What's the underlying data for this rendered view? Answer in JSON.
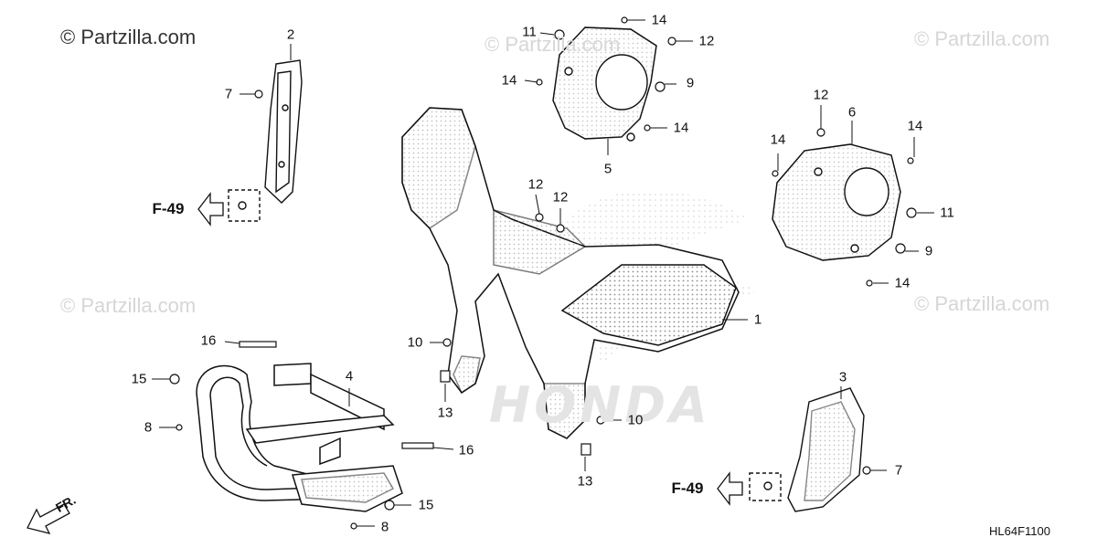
{
  "watermarks": {
    "top_left": "© Partzilla.com",
    "faint": "© Partzilla.com"
  },
  "brand_text": "HONDA",
  "diagram_code": "HL64F1100",
  "front_marker": "FR.",
  "refs": [
    "F-49",
    "F-49"
  ],
  "callouts": [
    "1",
    "2",
    "4",
    "5",
    "6",
    "7",
    "7",
    "8",
    "8",
    "9",
    "9",
    "10",
    "10",
    "11",
    "11",
    "12",
    "12",
    "12",
    "12",
    "13",
    "13",
    "14",
    "14",
    "14",
    "14",
    "14",
    "14",
    "15",
    "15",
    "16",
    "16",
    "3"
  ],
  "colors": {
    "line": "#111111",
    "watermark": "#d6d6d6",
    "halftone": "#9a9a9a"
  }
}
